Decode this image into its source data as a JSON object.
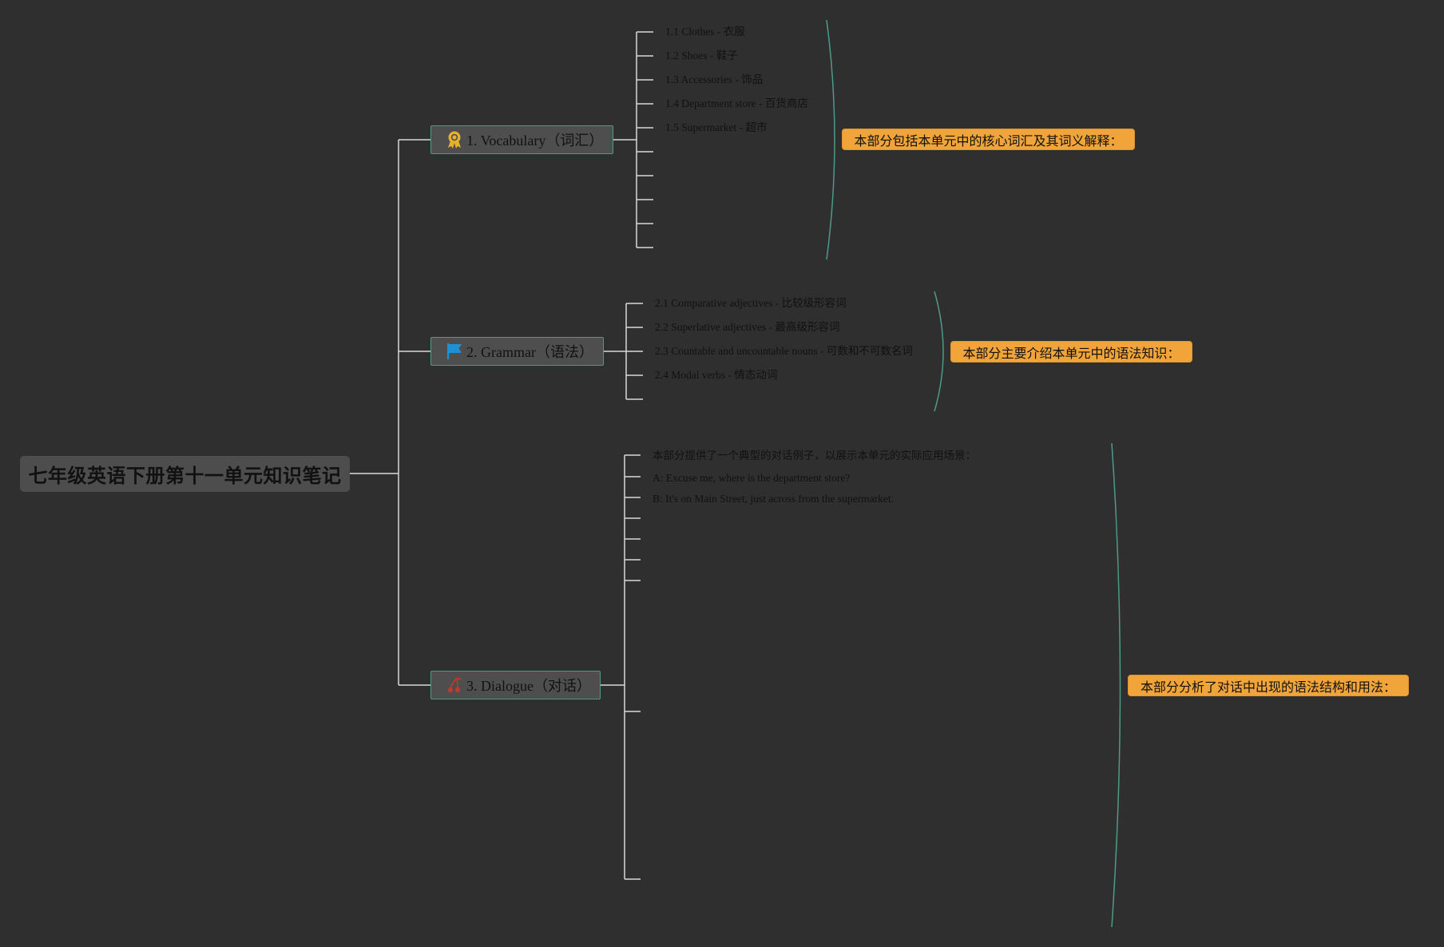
{
  "root": {
    "title": "七年级英语下册第十一单元知识笔记"
  },
  "topics": [
    {
      "label": "1. Vocabulary（词汇）",
      "icon": "award-ribbon-icon",
      "icon_color": "#e8b12a",
      "children": [
        "1.1 Clothes - 衣服",
        "1.2 Shoes - 鞋子",
        "1.3 Accessories - 饰品",
        "1.4 Department store - 百货商店",
        "1.5 Supermarket - 超市"
      ],
      "summary": "本部分包括本单元中的核心词汇及其词义解释："
    },
    {
      "label": "2. Grammar（语法）",
      "icon": "flag-icon",
      "icon_color": "#1e90d6",
      "children": [
        "2.1 Comparative adjectives - 比较级形容词",
        "2.2 Superlative adjectives - 最高级形容词",
        "2.3 Countable and uncountable nouns - 可数和不可数名词",
        "2.4 Modal verbs - 情态动词"
      ],
      "summary": "本部分主要介绍本单元中的语法知识："
    },
    {
      "label": "3. Dialogue（对话）",
      "icon": "cherries-icon",
      "icon_color": "#c0392b",
      "children": [
        "本部分提供了一个典型的对话例子，以展示本单元的实际应用场景：",
        "A: Excuse me, where is the department store?",
        "B: It's on Main Street, just across from the supermarket."
      ],
      "summary": "本部分分析了对话中出现的语法结构和用法："
    }
  ],
  "colors": {
    "background": "#2f2f2f",
    "connector": "#d9d9d9",
    "topic_border": "#4f9a87",
    "bracket": "#4f9a87",
    "summary_fill": "#f0a43a"
  }
}
